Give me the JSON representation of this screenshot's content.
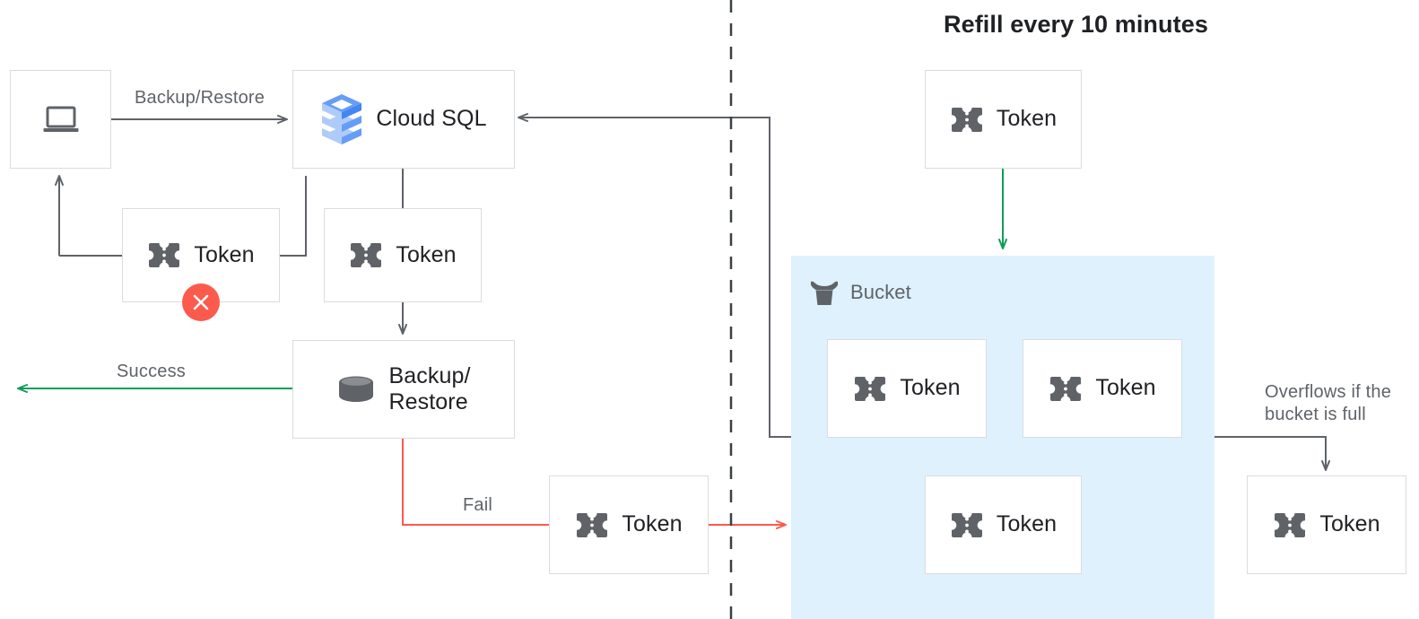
{
  "title": "Refill every 10 minutes",
  "colors": {
    "box_border": "#dadce0",
    "box_fill": "#ffffff",
    "bucket_fill": "#def1fd",
    "arrow_gray": "#5f6368",
    "arrow_green": "#0f9d58",
    "arrow_red": "#fb5a4d",
    "fail_badge": "#fb5a4d",
    "text_primary": "#202124",
    "text_secondary": "#5f6368",
    "icon_gray": "#5f6368",
    "cloudsql_blue_dark": "#4285f4",
    "cloudsql_blue_mid": "#669df6",
    "cloudsql_blue_light": "#aecbfa"
  },
  "nodes": {
    "client": {
      "label": "",
      "icon": "laptop-icon"
    },
    "cloud_sql": {
      "label": "Cloud SQL",
      "icon": "cloud-sql-icon"
    },
    "token_rejected": {
      "label": "Token",
      "icon": "token-icon"
    },
    "token_consumed": {
      "label": "Token",
      "icon": "token-icon"
    },
    "backup_restore": {
      "label": "Backup/\nRestore",
      "icon": "database-icon"
    },
    "token_fail": {
      "label": "Token",
      "icon": "token-icon"
    },
    "token_refill": {
      "label": "Token",
      "icon": "token-icon"
    },
    "token_bucket_1": {
      "label": "Token",
      "icon": "token-icon"
    },
    "token_bucket_2": {
      "label": "Token",
      "icon": "token-icon"
    },
    "token_bucket_3": {
      "label": "Token",
      "icon": "token-icon"
    },
    "token_overflow": {
      "label": "Token",
      "icon": "token-icon"
    }
  },
  "bucket": {
    "title": "Bucket",
    "icon": "bucket-icon"
  },
  "edges": {
    "backup_restore_label": "Backup/Restore",
    "success_label": "Success",
    "fail_label": "Fail",
    "overflow_label": "Overflows if the\nbucket is full"
  },
  "badges": {
    "fail_mark": "close-x-icon"
  }
}
